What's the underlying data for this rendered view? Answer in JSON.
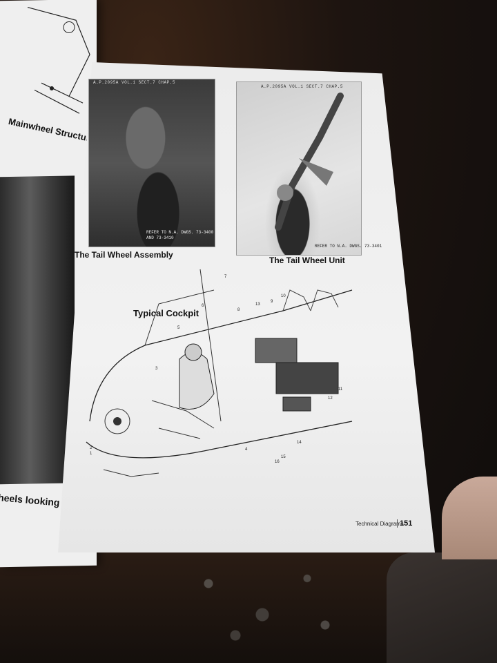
{
  "left_page": {
    "caption_top": "Mainwheel Structure",
    "caption_bottom": "heels looking out"
  },
  "right_page": {
    "photo_left": {
      "caption": "The Tail Wheel Assembly",
      "stamp": "A.P.2095A VOL.1 SECT.7 CHAP.5",
      "reference": "REFER TO N.A. DWGS. 73-3400\nAND 73-3410"
    },
    "photo_right": {
      "caption": "The Tail Wheel Unit",
      "stamp": "A.P.2095A VOL.1 SECT.7 CHAP.5",
      "reference": "REFER TO N.A. DWGS. 73-3401"
    },
    "diagram": {
      "caption": "Typical Cockpit",
      "callouts": [
        "1",
        "2",
        "3",
        "4",
        "5",
        "6",
        "7",
        "8",
        "9",
        "10",
        "11",
        "12",
        "13",
        "14",
        "15",
        "16"
      ]
    },
    "footer": {
      "section": "Technical Diagrams",
      "page_number": "151"
    }
  }
}
